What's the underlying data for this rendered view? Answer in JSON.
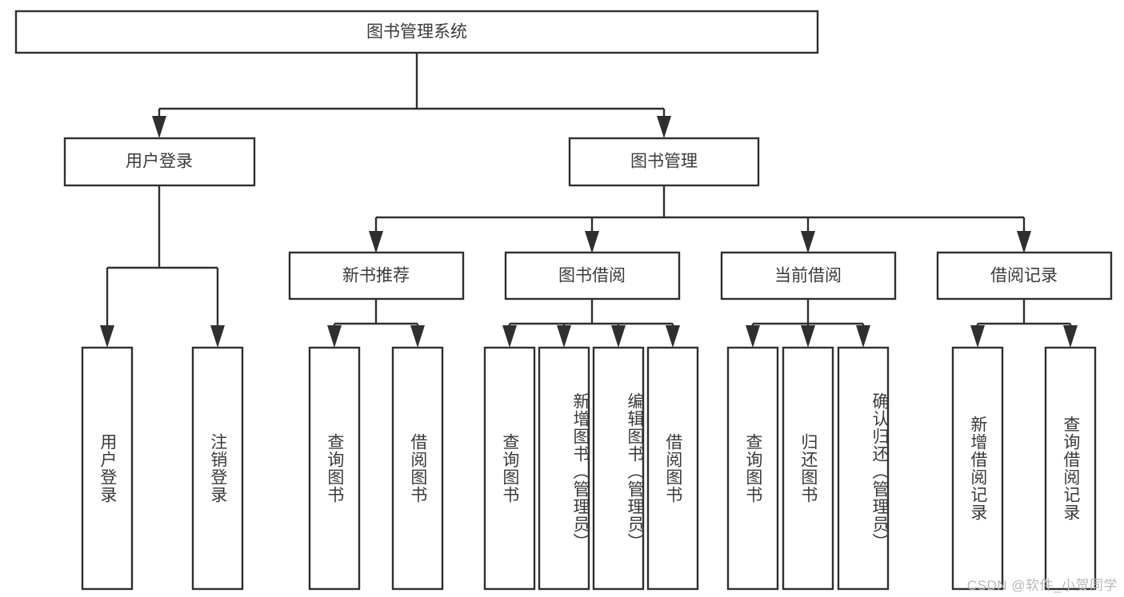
{
  "diagram": {
    "title_node": {
      "label": "图书管理系统"
    },
    "level1": [
      {
        "id": "user-login",
        "label": "用户登录"
      },
      {
        "id": "book-management",
        "label": "图书管理"
      }
    ],
    "level2": [
      {
        "id": "new-book-recommend",
        "label": "新书推荐",
        "parent": "book-management"
      },
      {
        "id": "book-borrow",
        "label": "图书借阅",
        "parent": "book-management"
      },
      {
        "id": "current-borrow",
        "label": "当前借阅",
        "parent": "book-management"
      },
      {
        "id": "borrow-record",
        "label": "借阅记录",
        "parent": "book-management"
      }
    ],
    "leaves": [
      {
        "id": "leaf-user-login",
        "label": "用户登录",
        "parent": "user-login"
      },
      {
        "id": "leaf-logout-login",
        "label": "注销登录",
        "parent": "user-login"
      },
      {
        "id": "leaf-query-book-1",
        "label": "查询图书",
        "parent": "new-book-recommend"
      },
      {
        "id": "leaf-borrow-book-1",
        "label": "借阅图书",
        "parent": "new-book-recommend"
      },
      {
        "id": "leaf-query-book-2",
        "label": "查询图书",
        "parent": "book-borrow"
      },
      {
        "id": "leaf-add-book",
        "label": "新增图书（管理员）",
        "parent": "book-borrow"
      },
      {
        "id": "leaf-edit-book",
        "label": "编辑图书（管理员）",
        "parent": "book-borrow"
      },
      {
        "id": "leaf-borrow-book-2",
        "label": "借阅图书",
        "parent": "book-borrow"
      },
      {
        "id": "leaf-query-book-3",
        "label": "查询图书",
        "parent": "current-borrow"
      },
      {
        "id": "leaf-return-book",
        "label": "归还图书",
        "parent": "current-borrow"
      },
      {
        "id": "leaf-confirm-return",
        "label": "确认归还（管理员）",
        "parent": "current-borrow"
      },
      {
        "id": "leaf-add-record",
        "label": "新增借阅记录",
        "parent": "borrow-record"
      },
      {
        "id": "leaf-query-record",
        "label": "查询借阅记录",
        "parent": "borrow-record"
      }
    ],
    "watermark": "CSDN @软件_小贺同学",
    "colors": {
      "stroke": "#2f2f2f",
      "text": "#3a3a3a",
      "background": "#ffffff",
      "watermark": "#b9b9b9"
    }
  }
}
